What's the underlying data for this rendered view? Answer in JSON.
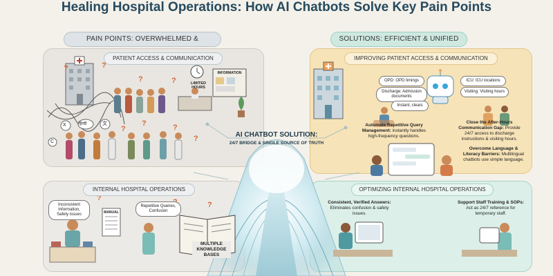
{
  "title": "Healing Hospital Operations: How AI Chatbots Solve Key Pain Points",
  "left": {
    "header": "PAIN POINTS: OVERWHELMED & DISCONNECTED",
    "patient_panel": {
      "label": "PATIENT ACCESS & COMMUNICATION",
      "limited_hours": "LIMITED HOURS",
      "information_board": "INFORMATION",
      "language_glyphs": [
        "X",
        "हिन्दी",
        "文",
        "C"
      ]
    },
    "internal_panel": {
      "label": "INTERNAL HOSPITAL OPERATIONS",
      "inconsistent_bubble": "Inconsistent Information, Safety issues",
      "manual_label": "MANUAL",
      "repetitive_bubble": "Repetitive Queries, Confusion",
      "knowledge_label": "MULTIPLE KNOWLEDGE BASES"
    }
  },
  "center": {
    "title": "AI CHATBOT SOLUTION:",
    "subtitle": "24/7 BRIDGE & SINGLE SOURCE OF TRUTH"
  },
  "right": {
    "header": "SOLUTIONS: EFFICIENT & UNIFIED",
    "patient_panel": {
      "label": "IMPROVING PATIENT ACCESS & COMMUNICATION",
      "bubbles": {
        "opd": "OPD: OPD timings",
        "icu": "ICU: ICU locations",
        "discharge": "Discharge: Admission documents",
        "visiting": "Visiting: Visiting hours",
        "instant": "Instant, clears"
      },
      "automate": {
        "title": "Automate Repetitive Query Management:",
        "text": "instantly handles high-frequency questions."
      },
      "close_gap": {
        "title": "Close the After-Hours Communication Gap:",
        "text": "Provide 24/7 access to discharge instructions & visiting hours."
      },
      "overcome": {
        "title": "Overcome Language & Literacy Barriers:",
        "text": "Multilingual chatbots use simple language."
      }
    },
    "internal_panel": {
      "label": "OPTIMIZING INTERNAL HOSPITAL OPERATIONS",
      "consistent": {
        "title": "Consistent, Verified Answers:",
        "text": "Eliminates confusion & safety issues."
      },
      "support": {
        "title": "Support Staff Training & SOPs:",
        "text": "Act as 24/7 reference for temporary staff."
      }
    }
  },
  "colors": {
    "title": "#264a5e",
    "left_panel_bg": "#e9e6e1",
    "right_top_bg": "#f7e3b8",
    "right_bottom_bg": "#dcefe9",
    "left_pill": "#dde3e6",
    "right_pill": "#cfe9e1"
  }
}
